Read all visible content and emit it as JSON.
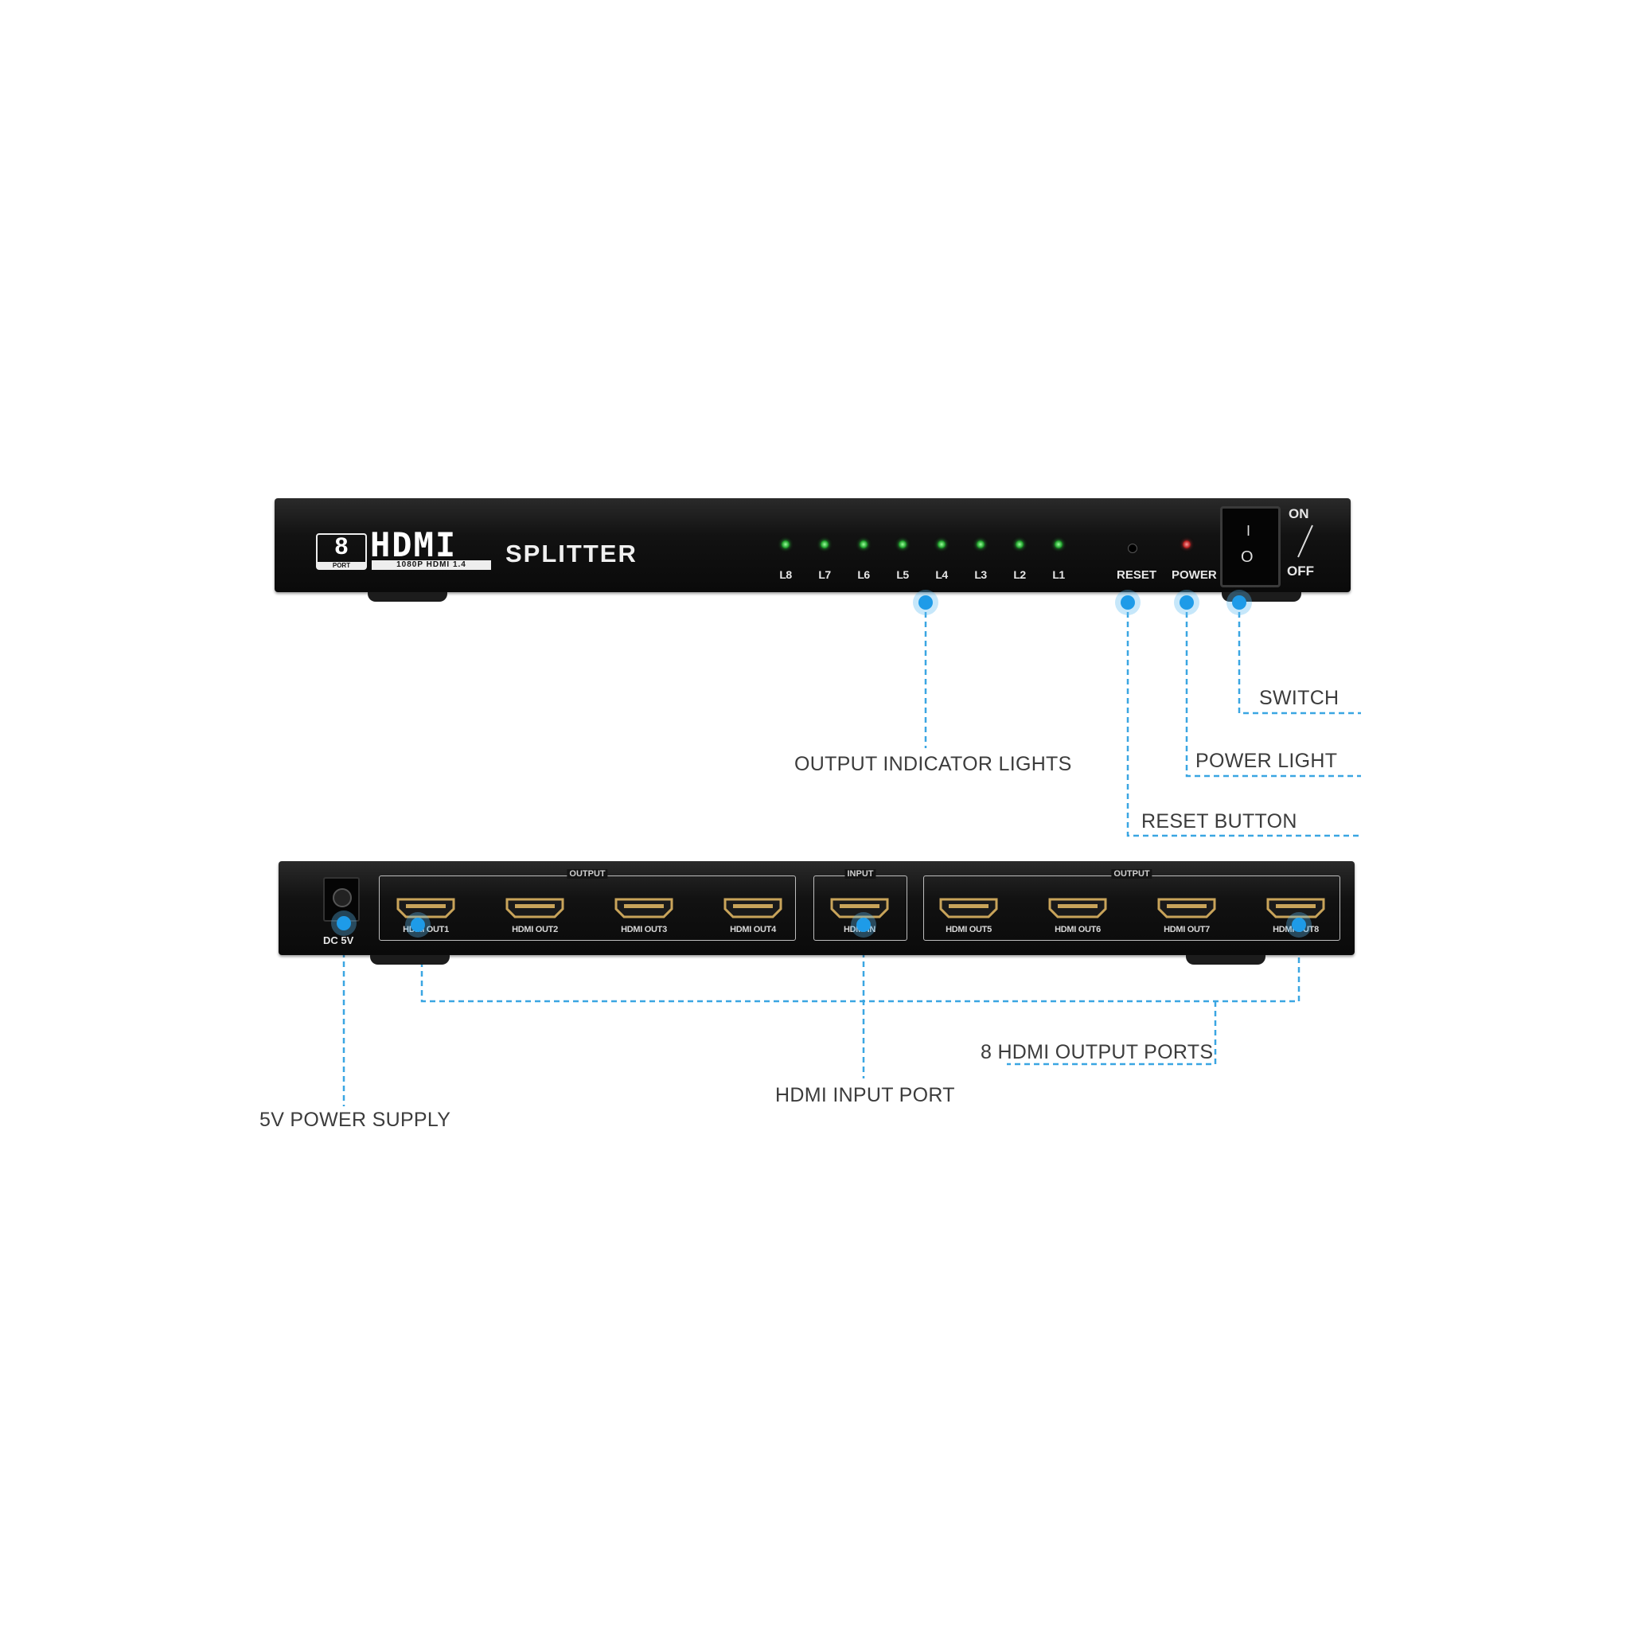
{
  "front": {
    "logo_number": "8",
    "logo_port": "PORT",
    "logo_hdmi": "HDMI",
    "logo_sub": "1080P HDMI 1.4",
    "title": "SPLITTER",
    "leds": [
      "L8",
      "L7",
      "L6",
      "L5",
      "L4",
      "L3",
      "L2",
      "L1"
    ],
    "reset_label": "RESET",
    "power_label": "POWER",
    "switch_on": "ON",
    "switch_off": "OFF",
    "switch_i": "I",
    "switch_o": "O"
  },
  "back": {
    "dc_label": "DC 5V",
    "output_group_label": "OUTPUT",
    "input_group_label": "INPUT",
    "ports_left": [
      "HDMI OUT1",
      "HDMI OUT2",
      "HDMI OUT3",
      "HDMI OUT4"
    ],
    "port_input": "HDMI IN",
    "ports_right": [
      "HDMI OUT5",
      "HDMI OUT6",
      "HDMI OUT7",
      "HDMI OUT8"
    ]
  },
  "callouts": {
    "switch": "SWITCH",
    "output_indicator_lights": "OUTPUT INDICATOR LIGHTS",
    "power_light": "POWER LIGHT",
    "reset_button": "RESET BUTTON",
    "output_ports": "8 HDMI OUTPUT PORTS",
    "input_port": "HDMI INPUT PORT",
    "power_supply": "5V POWER SUPPLY"
  },
  "colors": {
    "callout_line": "#3aa6e2",
    "callout_dot": "#1e9be8",
    "led_green": "#1e9e2a",
    "led_red": "#b81e1e",
    "device_body": "#141414",
    "port_gold": "#c9a45a"
  }
}
